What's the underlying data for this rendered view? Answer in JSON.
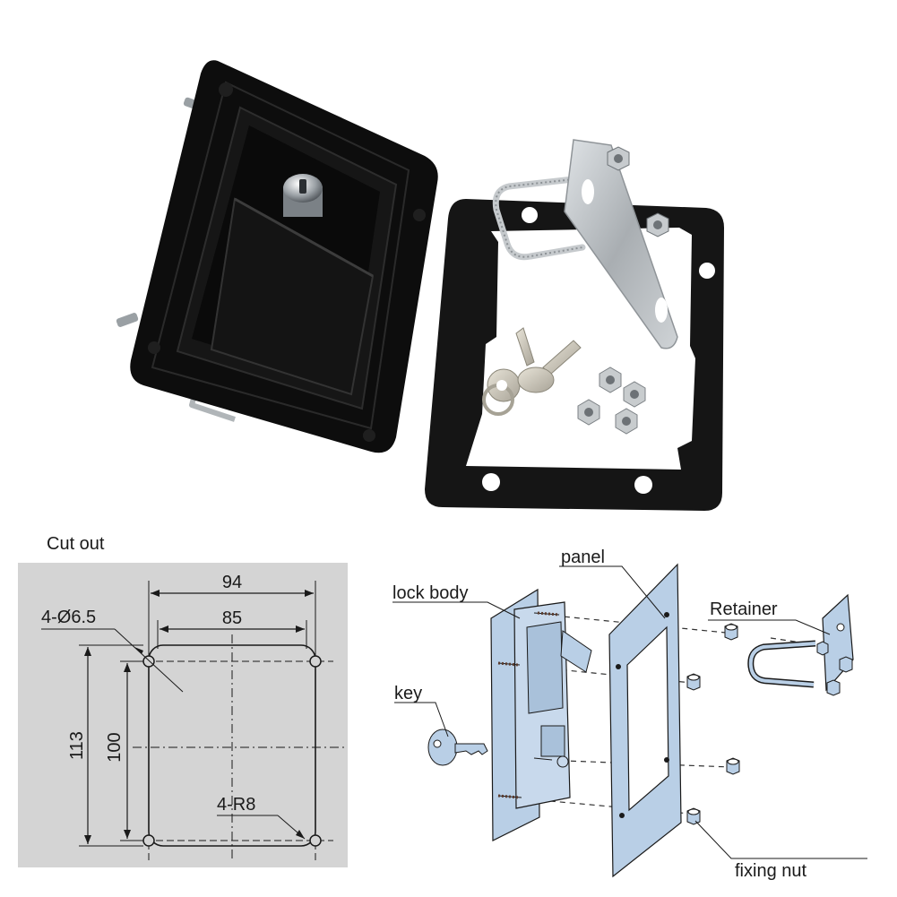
{
  "cutout": {
    "title": "Cut out",
    "dims": {
      "outer_width": "94",
      "inner_width": "85",
      "hole_spec": "4-Ø6.5",
      "outer_height": "113",
      "inner_height": "100",
      "corner_radius": "4-R8"
    }
  },
  "exploded": {
    "labels": {
      "panel": "panel",
      "lock_body": "lock body",
      "retainer": "Retainer",
      "key": "key",
      "fixing_nut": "fixing nut"
    }
  },
  "colors": {
    "cutout_bg": "#d4d4d4",
    "drawing_blue": "#b9cfe6",
    "lock_black": "#111111",
    "zinc": "#b7bcc0"
  }
}
